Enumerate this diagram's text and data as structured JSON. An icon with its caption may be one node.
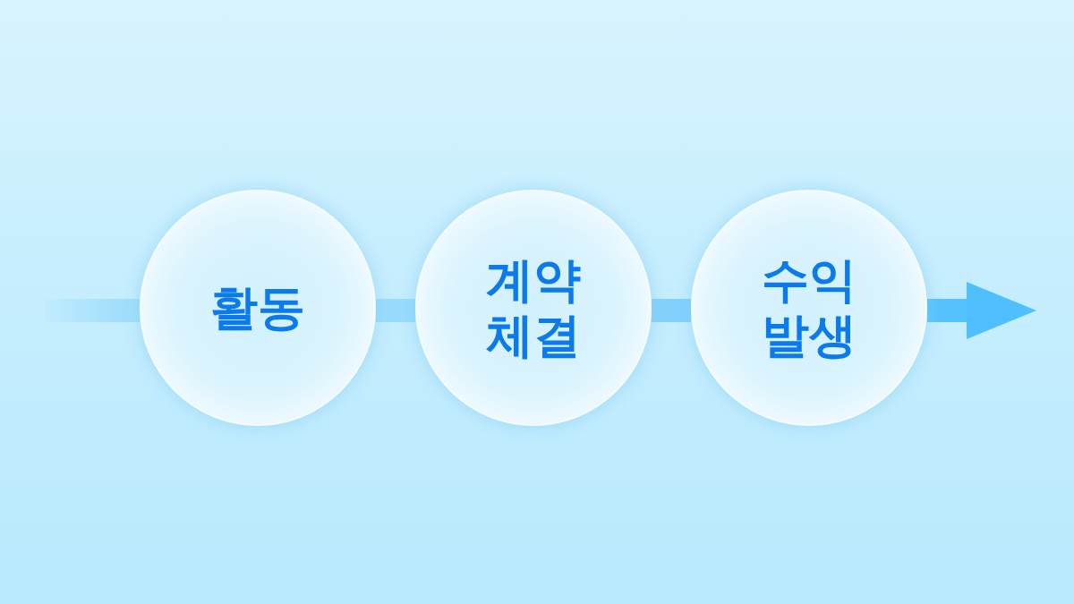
{
  "diagram": {
    "nodes": [
      {
        "text": [
          "활동"
        ]
      },
      {
        "text": [
          "계약 체결"
        ]
      },
      {
        "text": [
          "수익 발생"
        ]
      }
    ],
    "edges": [
      {
        "from": null,
        "to": 0,
        "arrow": "none"
      },
      {
        "from": 0,
        "to": 1,
        "arrow": "none"
      },
      {
        "from": 1,
        "to": 2,
        "arrow": "none"
      },
      {
        "from": 2,
        "to": null,
        "arrow": "to"
      }
    ]
  }
}
